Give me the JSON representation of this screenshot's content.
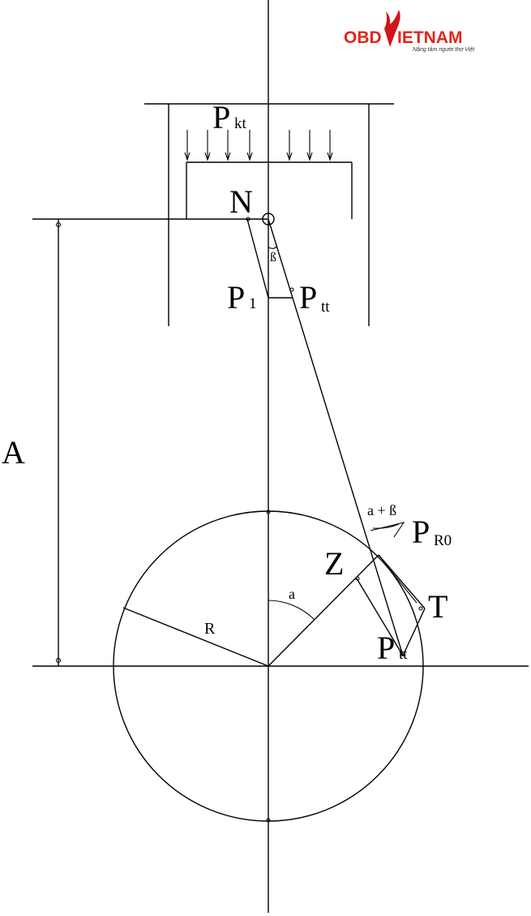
{
  "logo": {
    "text_left": "OBD",
    "text_right": "IETNAM",
    "tagline": "Nâng tầm người thợ Việt",
    "brand_color": "#e0261b",
    "accent_color": "#d1141a"
  },
  "labels": {
    "pkt": {
      "main": "P",
      "sub": "kt"
    },
    "n": "N",
    "beta": "ß",
    "p1": {
      "main": "P",
      "sub": "1"
    },
    "ptt_top": {
      "main": "P",
      "sub": "tt"
    },
    "a_axis": "A",
    "a_plus_b": "a + ß",
    "pr0": {
      "main": "P",
      "sub": "R0"
    },
    "z": "Z",
    "alpha": "a",
    "t": "T",
    "r": "R",
    "ptt_bottom": {
      "main": "P",
      "sub": "tt"
    }
  }
}
